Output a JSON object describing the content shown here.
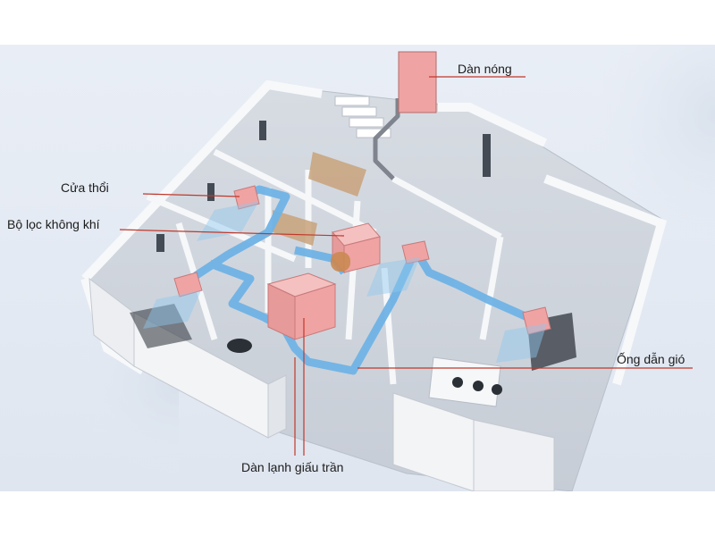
{
  "labels": {
    "outdoor_unit": "Dàn nóng",
    "supply_grille": "Cửa thổi",
    "air_filter": "Bộ lọc không khí",
    "air_duct": "Ống dẫn gió",
    "ducted_indoor_unit": "Dàn lạnh giấu trần"
  },
  "colors": {
    "background": "#e3e9f2",
    "duct": "#6fb3e6",
    "unit": "#f0a3a3",
    "leader_line": "#c0392b",
    "wall": "#f4f5f7"
  }
}
